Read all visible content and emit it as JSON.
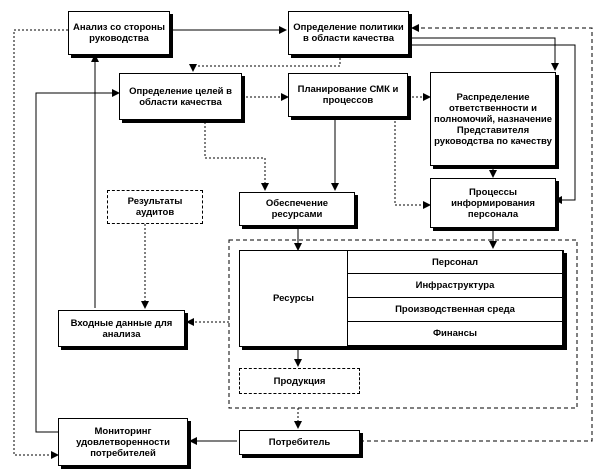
{
  "nodes": {
    "analysis": "Анализ со стороны руководства",
    "policy": "Определение политики в области качества",
    "objectives": "Определение целей в области качества",
    "planning": "Планирование СМК и процессов",
    "responsibility": "Распределение ответственности и полномочий, назначение Представителя руководства по качеству",
    "provision": "Обеспечение ресурсами",
    "informing": "Процессы информирования персонала",
    "audits": "Результаты аудитов",
    "resources": "Ресурсы",
    "personnel": "Персонал",
    "infrastructure": "Инфраструктура",
    "environment": "Производственная среда",
    "finance": "Финансы",
    "product": "Продукция",
    "inputs": "Входные данные для анализа",
    "monitoring": "Мониторинг удовлетворенности потребителей",
    "consumer": "Потребитель"
  }
}
